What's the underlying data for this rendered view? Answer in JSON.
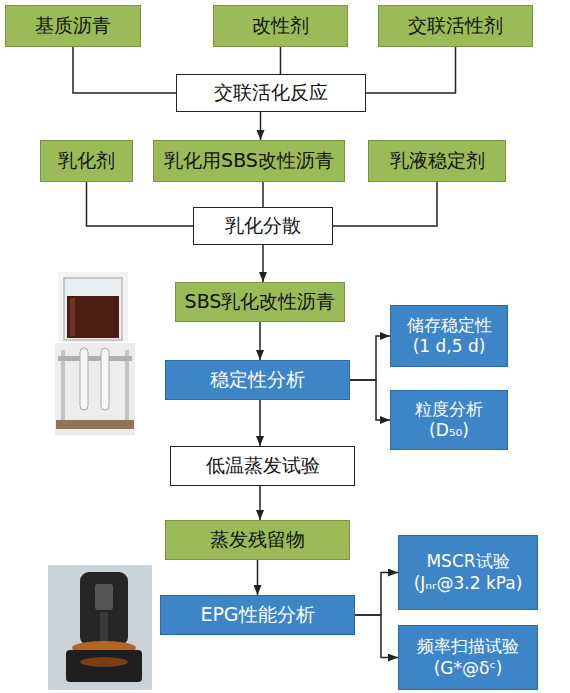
{
  "diagram": {
    "nodes": [
      {
        "text": [
          "基质沥青"
        ]
      },
      {
        "text": [
          "改性剂"
        ]
      },
      {
        "text": [
          "交联活性剂"
        ]
      },
      {
        "text": [
          "交联活化反应"
        ]
      },
      {
        "text": [
          "乳化剂"
        ]
      },
      {
        "text": [
          "乳化用SBS改性沥青"
        ]
      },
      {
        "text": [
          "乳液稳定剂"
        ]
      },
      {
        "text": [
          "乳化分散"
        ]
      },
      {
        "text": [
          "SBS乳化改性沥青"
        ]
      },
      {
        "text": [
          "储存稳定性 (1 d,5 d)"
        ]
      },
      {
        "text": [
          "稳定性分析"
        ]
      },
      {
        "text": [
          "粒度分析 (D₅₀)"
        ]
      },
      {
        "text": [
          "低温蒸发试验"
        ]
      },
      {
        "text": [
          "蒸发残留物"
        ]
      },
      {
        "text": [
          "MSCR试验 (Jₙᵣ@3.2 kPa)"
        ]
      },
      {
        "text": [
          "EPG性能分析"
        ]
      },
      {
        "text": [
          "频率扫描试验 (G*@δᶜ)"
        ]
      }
    ],
    "edges": [
      {
        "from": 0,
        "to": 3,
        "arrow": "none"
      },
      {
        "from": 1,
        "to": 3,
        "arrow": "none"
      },
      {
        "from": 2,
        "to": 3,
        "arrow": "none"
      },
      {
        "from": 3,
        "to": 5,
        "arrow": "to"
      },
      {
        "from": 4,
        "to": 7,
        "arrow": "none"
      },
      {
        "from": 5,
        "to": 7,
        "arrow": "none"
      },
      {
        "from": 6,
        "to": 7,
        "arrow": "none"
      },
      {
        "from": 7,
        "to": 8,
        "arrow": "to"
      },
      {
        "from": 8,
        "to": 10,
        "arrow": "to"
      },
      {
        "from": 10,
        "to": 9,
        "arrow": "to"
      },
      {
        "from": 10,
        "to": 11,
        "arrow": "to"
      },
      {
        "from": 10,
        "to": 12,
        "arrow": "to"
      },
      {
        "from": 12,
        "to": 13,
        "arrow": "to"
      },
      {
        "from": 13,
        "to": 15,
        "arrow": "to"
      },
      {
        "from": 15,
        "to": 14,
        "arrow": "to"
      },
      {
        "from": 15,
        "to": 16,
        "arrow": "to"
      }
    ]
  }
}
